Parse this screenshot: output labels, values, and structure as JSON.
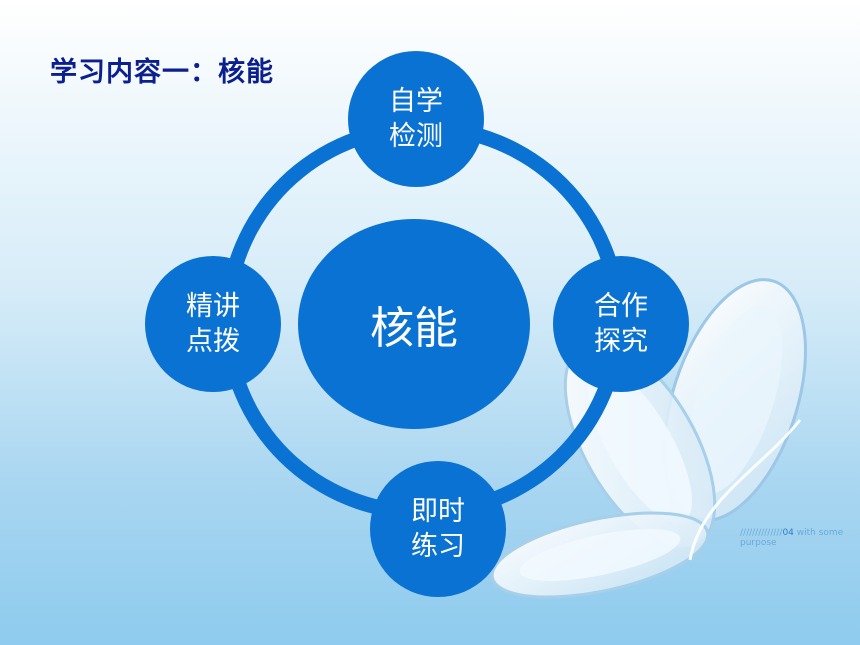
{
  "title": "学习内容一：核能",
  "center": {
    "label": "核能"
  },
  "nodes": [
    {
      "id": "top",
      "lines": [
        "自学",
        "检测"
      ]
    },
    {
      "id": "right",
      "lines": [
        "合作",
        "探究"
      ]
    },
    {
      "id": "bottom",
      "lines": [
        "即时",
        "练习"
      ]
    },
    {
      "id": "left",
      "lines": [
        "精讲",
        "点拨"
      ]
    }
  ],
  "tagline": {
    "prefix": "//////////////",
    "number": "04",
    "text": "with some purpose"
  },
  "colors": {
    "node_blue": "#0a72d2",
    "title": "#0b1f8f"
  }
}
